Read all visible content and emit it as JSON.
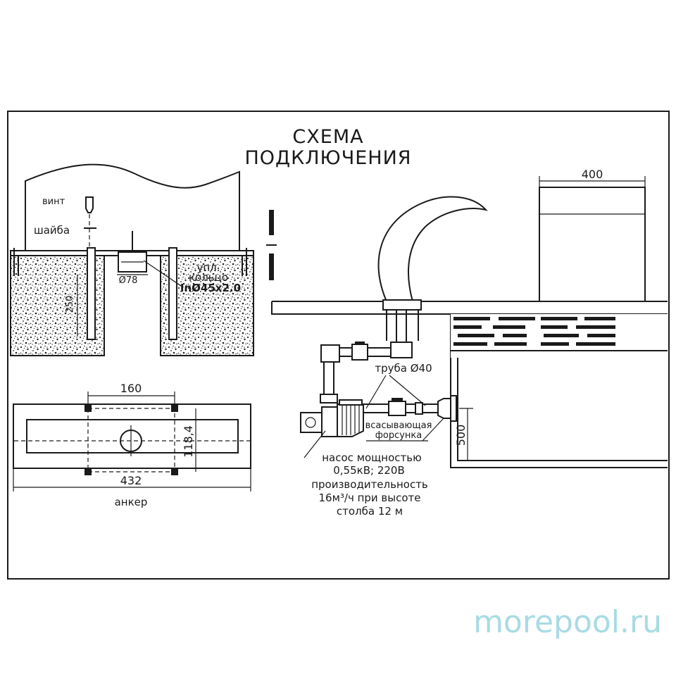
{
  "title": {
    "line1": "СХЕМА",
    "line2": "ПОДКЛЮЧЕНИЯ"
  },
  "labels": {
    "screw": "винт",
    "washer": "шайба",
    "ring_line1": "упл.",
    "ring_line2": "кольцо",
    "ring_line3": "InØ45x2.0",
    "depth_dim": "250",
    "flange_dim": "Ø78",
    "dim_400": "400",
    "dim_500": "500",
    "pipe": "труба Ø40",
    "nozzle_line1": "всасывающая",
    "nozzle_line2": "форсунка",
    "pump_line1": "насос мощностью",
    "pump_line2": "0,55кВ; 220В",
    "pump_line3": "производительность",
    "pump_line4": "16м³/ч при высоте",
    "pump_line5": "столба 12 м",
    "dim_160": "160",
    "dim_118": "118,4",
    "dim_432": "432",
    "anchor": "анкер"
  },
  "brand": "morepool.ru",
  "colors": {
    "line": "#1a1a1a",
    "background": "#ffffff",
    "brand": "#a8dbe4"
  }
}
